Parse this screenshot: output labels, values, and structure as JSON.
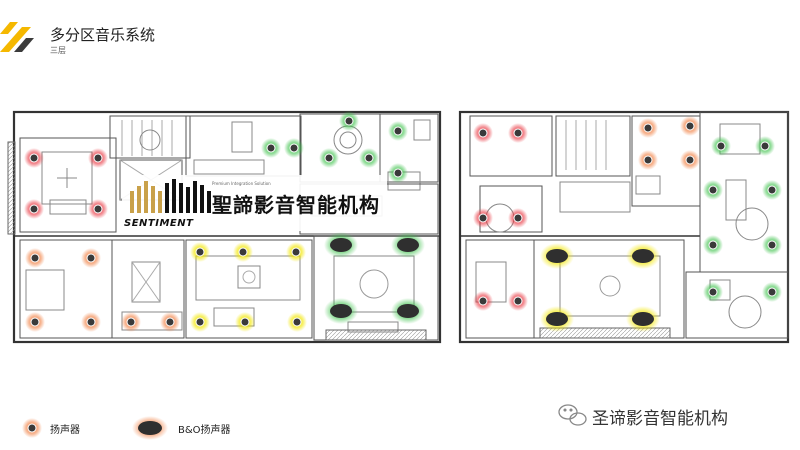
{
  "header": {
    "title": "多分区音乐系统",
    "subtitle": "三层",
    "accent_color": "#f5b800"
  },
  "watermark_logo": {
    "tagline": "Premium Integration Solution",
    "name_cn": "聖諦影音智能机构",
    "name_en": "SENTIMENT",
    "bar_color": "#c9a14a"
  },
  "legend": [
    {
      "label": "扬声器",
      "icon": "speaker-icon"
    },
    {
      "label": "B&O扬声器",
      "icon": "bo-speaker-icon"
    }
  ],
  "wechat_watermark": {
    "icon": "wechat-icon",
    "text": "圣谛影音智能机构"
  },
  "zone_colors": {
    "red": "#e8323c",
    "orange": "#f07a3a",
    "yellow": "#f2e600",
    "green": "#3cc14a",
    "speaker_core": "#3a3a3a"
  }
}
